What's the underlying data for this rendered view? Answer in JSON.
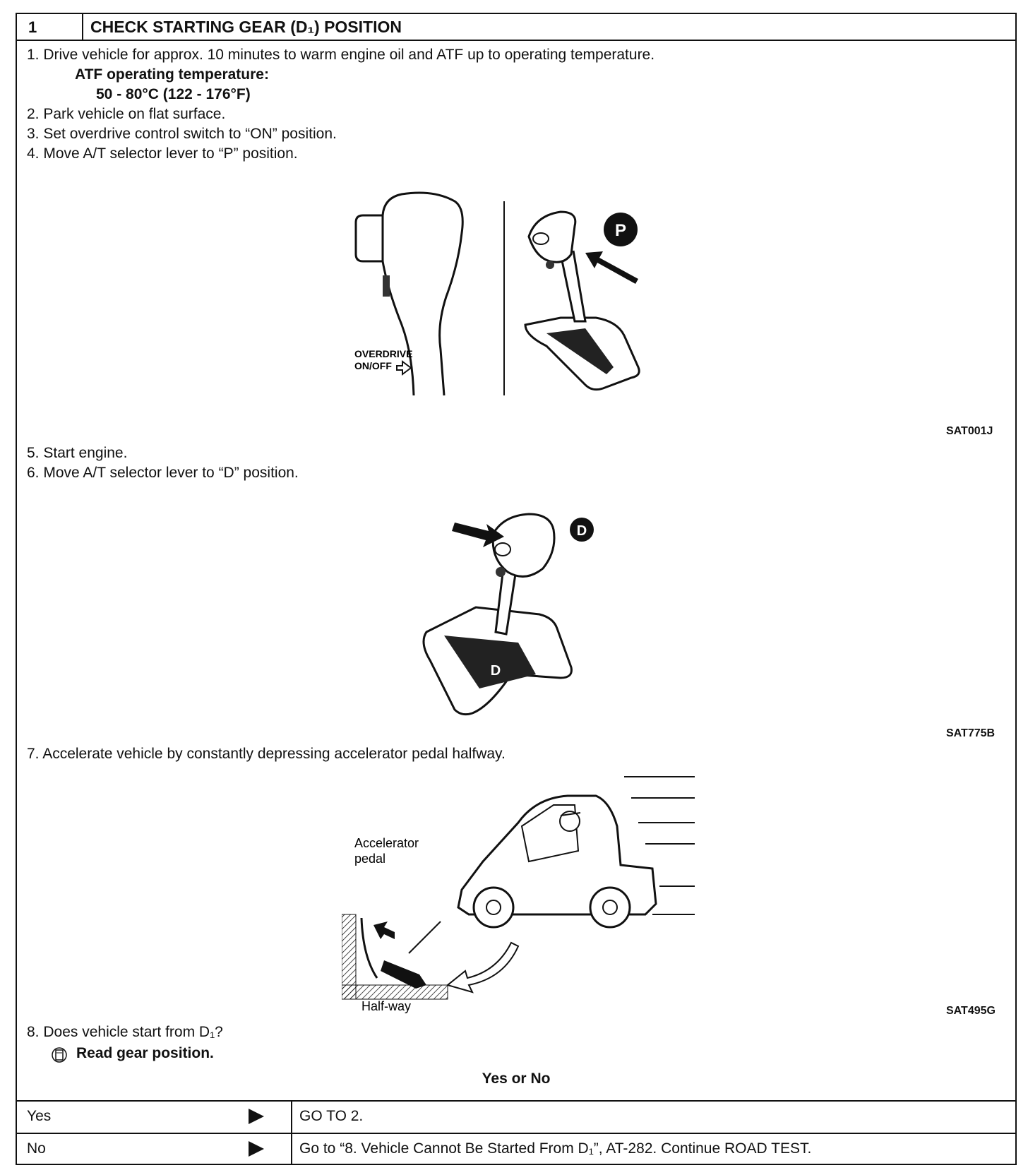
{
  "header": {
    "step_number": "1",
    "title": "CHECK STARTING GEAR (D₁) POSITION"
  },
  "steps": {
    "s1": "1. Drive vehicle for approx. 10 minutes to warm engine oil and ATF up to operating temperature.",
    "s1_spec_label": "ATF operating temperature:",
    "s1_spec_value": "50 - 80°C (122 - 176°F)",
    "s2": "2. Park vehicle on flat surface.",
    "s3": "3. Set overdrive control switch to “ON” position.",
    "s4": "4. Move A/T selector lever to “P” position.",
    "s5": "5. Start engine.",
    "s6": "6. Move A/T selector lever to “D” position.",
    "s7": "7. Accelerate vehicle by constantly depressing accelerator pedal halfway.",
    "s8": "8. Does vehicle start from D₁?",
    "s8_note": "Read gear position."
  },
  "figures": {
    "fig1": {
      "id": "SAT001J",
      "label_line1": "OVERDRIVE",
      "label_line2": "ON/OFF",
      "badge": "P"
    },
    "fig2": {
      "id": "SAT775B",
      "badge": "D",
      "gate_letter": "D"
    },
    "fig3": {
      "id": "SAT495G",
      "label_pedal_1": "Accelerator",
      "label_pedal_2": "pedal",
      "label_halfway": "Half-way"
    }
  },
  "decision": {
    "question": "Yes or No",
    "rows": [
      {
        "answer": "Yes",
        "action": "GO TO 2."
      },
      {
        "answer": "No",
        "action": "Go to “8. Vehicle Cannot Be Started From D₁”, AT-282. Continue ROAD TEST."
      }
    ]
  }
}
